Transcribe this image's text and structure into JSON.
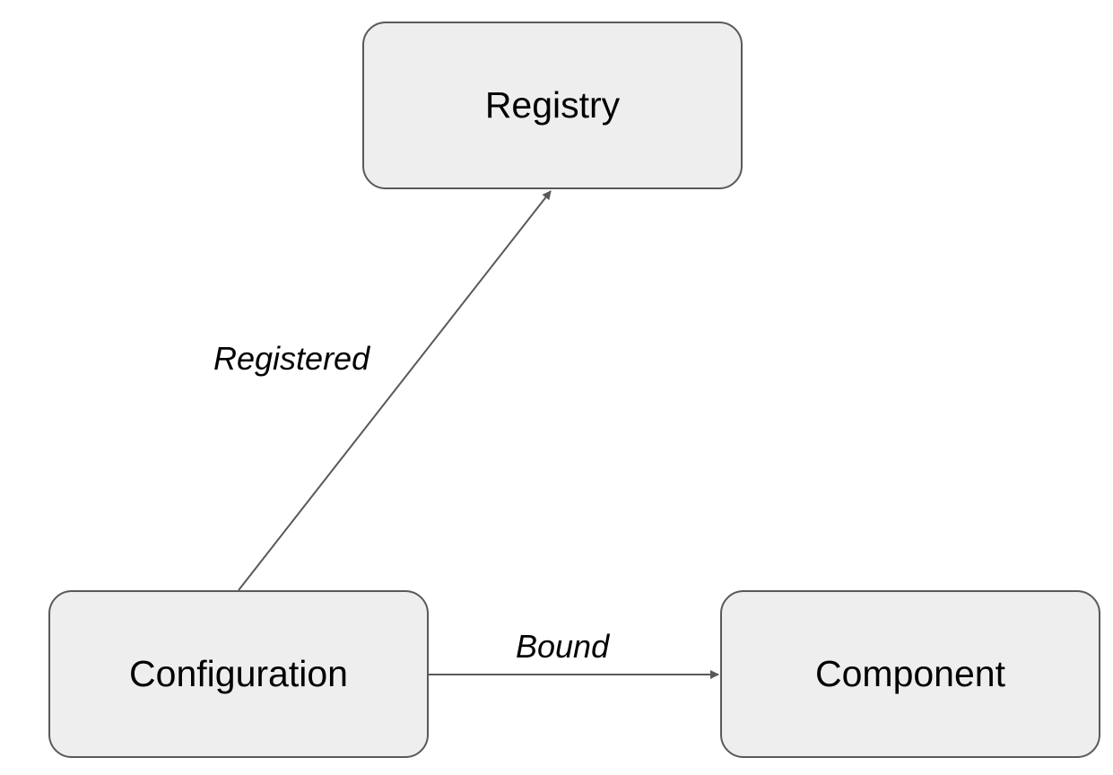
{
  "nodes": {
    "registry": {
      "label": "Registry"
    },
    "configuration": {
      "label": "Configuration"
    },
    "component": {
      "label": "Component"
    }
  },
  "edges": {
    "registered": {
      "from": "configuration",
      "to": "registry",
      "label": "Registered"
    },
    "bound": {
      "from": "configuration",
      "to": "component",
      "label": "Bound"
    }
  },
  "colors": {
    "node_fill": "#eeeeee",
    "node_border": "#595959",
    "edge": "#595959",
    "text": "#000000"
  }
}
